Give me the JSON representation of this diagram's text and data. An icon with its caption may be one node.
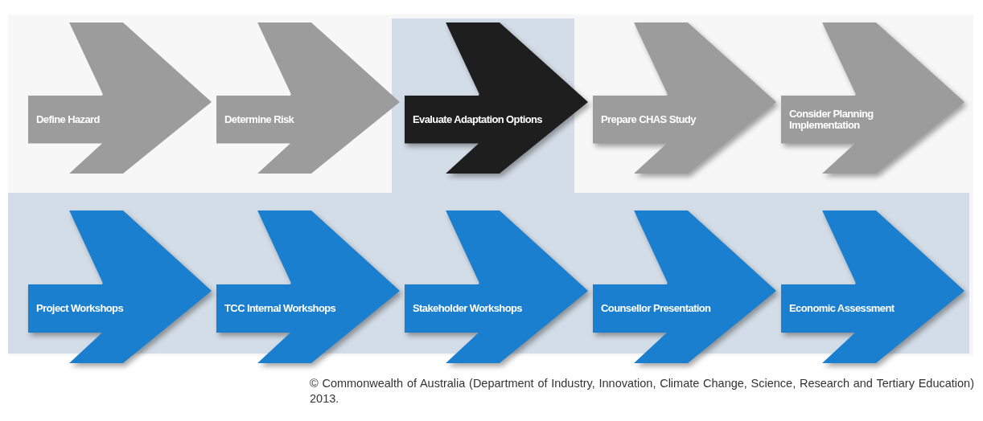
{
  "diagram": {
    "caption": "© Commonwealth of Australia (Department of Industry, Innovation, Climate Change, Science, Research and Tertiary Education) 2013.",
    "nodes": [
      {
        "text": [
          "Define Hazard"
        ]
      },
      {
        "text": [
          "Determine Risk"
        ]
      },
      {
        "text": [
          "Evaluate Adaptation Options"
        ]
      },
      {
        "text": [
          "Prepare CHAS Study"
        ]
      },
      {
        "text": [
          "Consider Planning Implementation"
        ]
      },
      {
        "text": [
          "Project Workshops"
        ]
      },
      {
        "text": [
          "TCC Internal Workshops"
        ]
      },
      {
        "text": [
          "Stakeholder Workshops"
        ]
      },
      {
        "text": [
          "Counsellor Presentation"
        ]
      },
      {
        "text": [
          "Economic Assessment"
        ]
      }
    ],
    "edges": []
  }
}
